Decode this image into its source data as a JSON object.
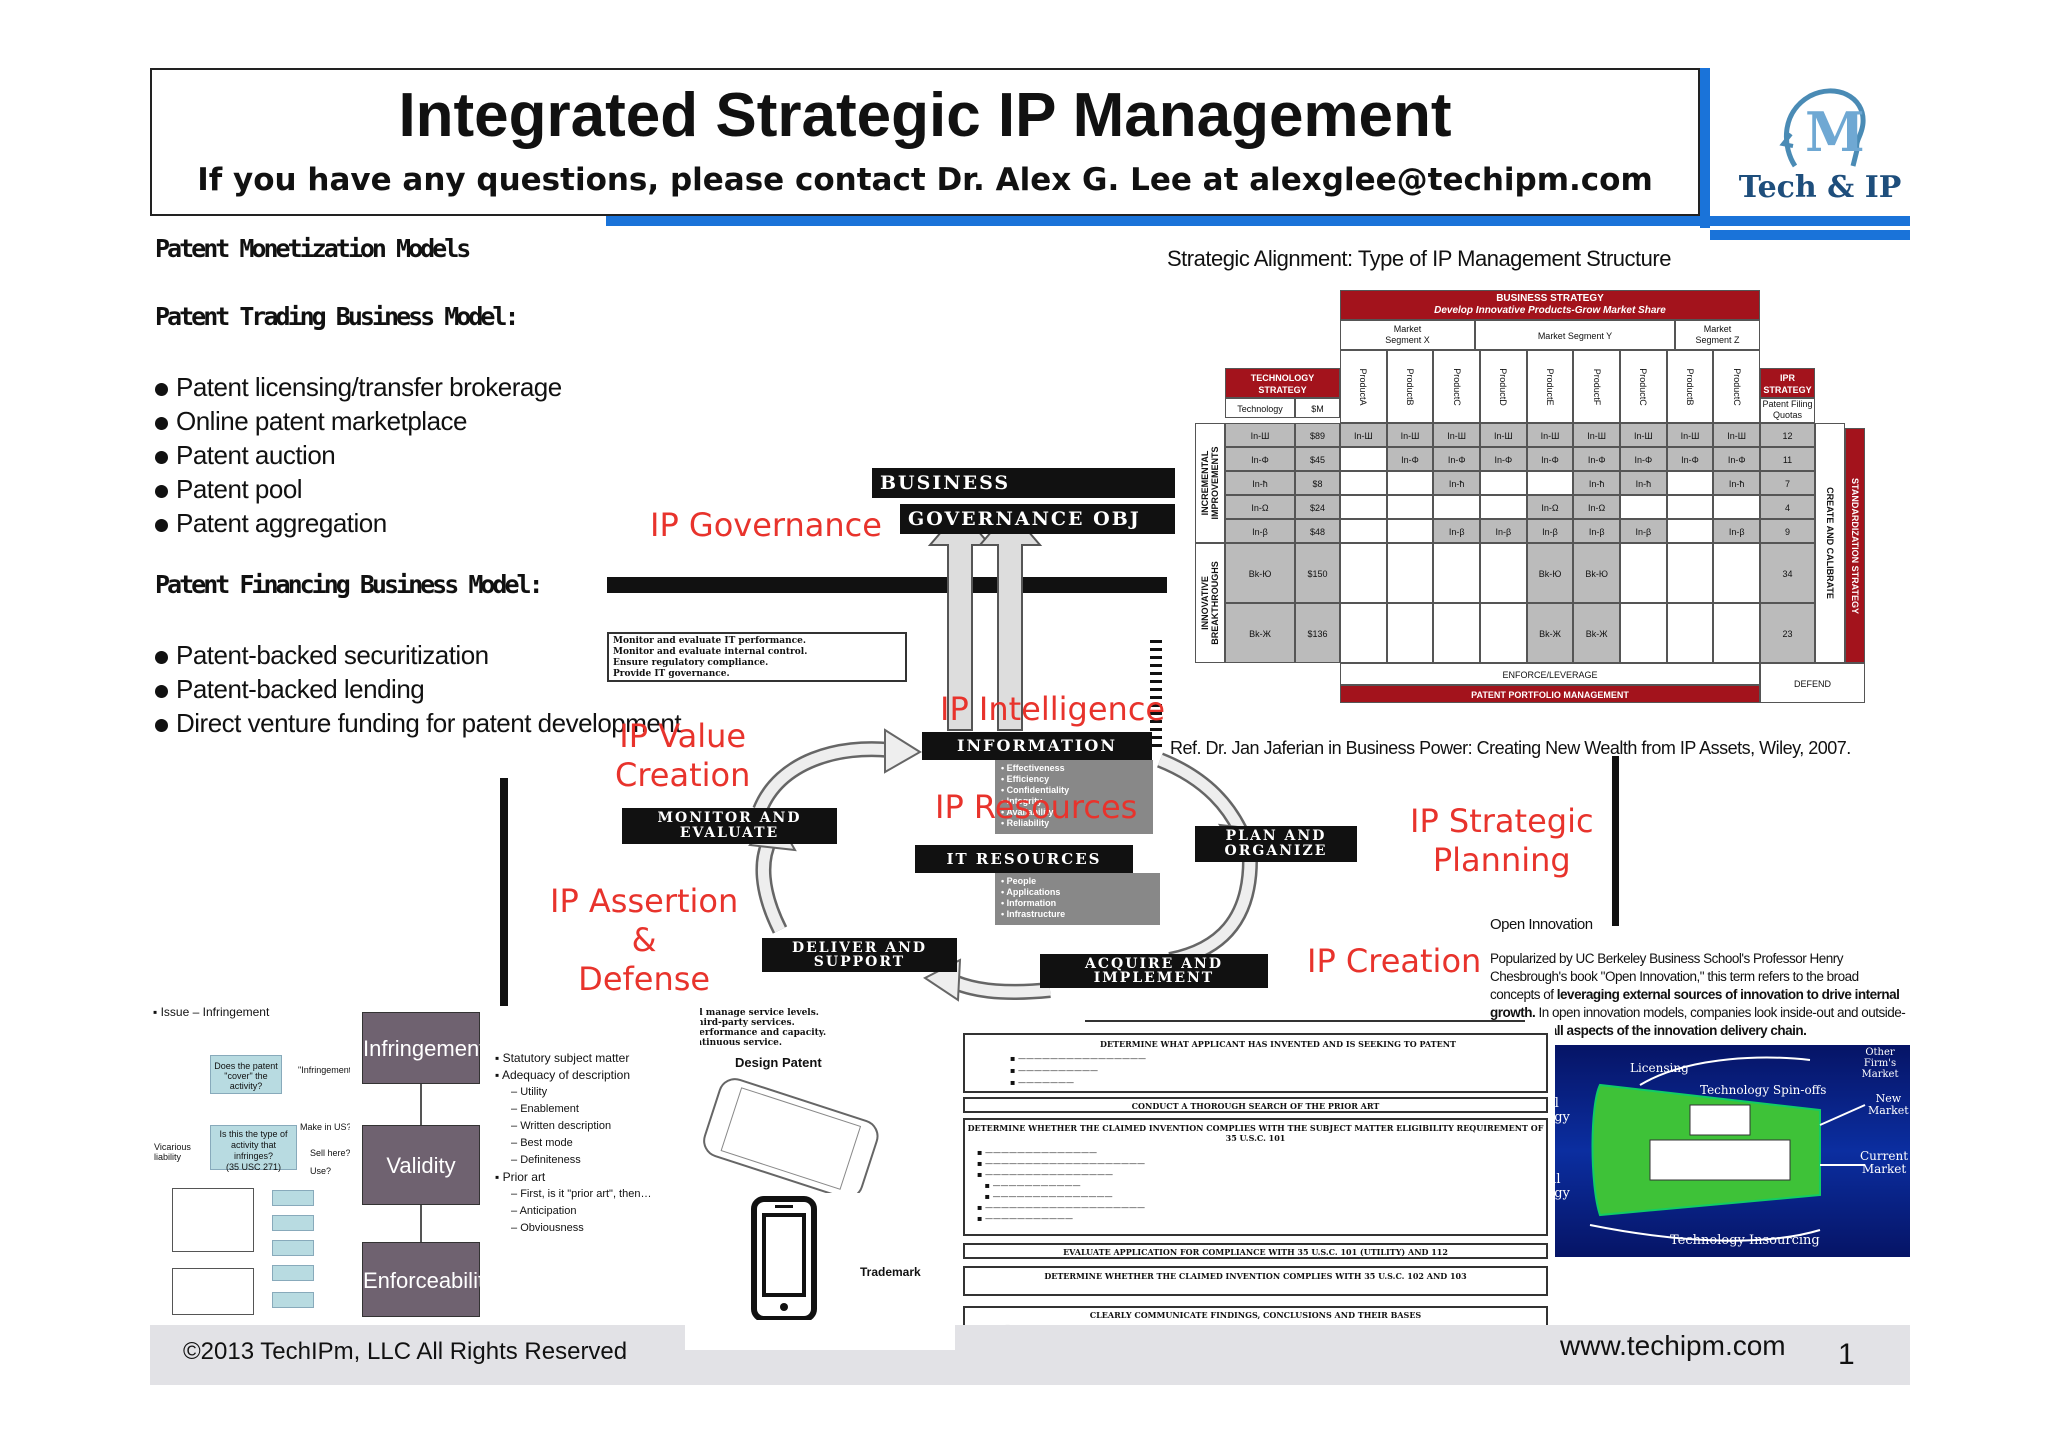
{
  "header": {
    "title": "Integrated Strategic IP Management",
    "contact": "If you have any questions, please contact Dr. Alex G. Lee at alexglee@techipm.com",
    "logo_text": "Tech & IP",
    "logo_letter": "M"
  },
  "left": {
    "monetization_heading": "Patent Monetization Models",
    "trading_heading": "Patent Trading Business Model:",
    "trading_items": [
      "Patent licensing/transfer brokerage",
      "Online patent marketplace",
      "Patent auction",
      "Patent pool",
      "Patent aggregation"
    ],
    "financing_heading": "Patent Financing Business Model:",
    "financing_items": [
      "Patent-backed securitization",
      "Patent-backed lending",
      "Direct venture funding for patent development"
    ]
  },
  "cycle": {
    "labels": {
      "governance": "IP Governance",
      "value_creation": "IP Value\nCreation",
      "intelligence": "IP Intelligence",
      "resources": "IP Resources",
      "strategic_planning": "IP Strategic\nPlanning",
      "assertion": "IP Assertion\n&\nDefense",
      "creation": "IP Creation"
    },
    "bars": {
      "business_objectives": "BUSINESS OBJECTIVES",
      "governance_obj": "GOVERNANCE OBJ",
      "information": "INFORMATION",
      "monitor": "MONITOR AND\nEVALUATE",
      "plan": "PLAN AND\nORGANIZE",
      "it_resources": "IT RESOURCES",
      "deliver": "DELIVER AND\nSUPPORT",
      "acquire": "ACQUIRE AND\nIMPLEMENT"
    },
    "monitor_text": "Monitor and evaluate IT performance.\nMonitor and evaluate internal control.\nEnsure regulatory compliance.\nProvide IT governance.",
    "info_items": "• Effectiveness\n• Efficiency\n• Confidentiality\n• Integrity\n• Availability\n• Reliability",
    "resource_items": "• People\n• Applications\n• Information\n• Infrastructure",
    "service_text": "and manage service levels.\ne third-party services.\ne performance and capacity.\ncontinuous service."
  },
  "alignment": {
    "title": "Strategic Alignment: Type of IP Management Structure",
    "business_strategy": "BUSINESS STRATEGY",
    "business_sub": "Develop Innovative Products-Grow Market Share",
    "segment_x": "Market\nSegment X",
    "segment_y": "Market Segment Y",
    "segment_z": "Market\nSegment Z",
    "tech_strategy": "TECHNOLOGY\nSTRATEGY",
    "tech_col": "Technology",
    "sm_col": "$M",
    "ipr_strategy": "IPR\nSTRATEGY",
    "quota_col": "Patent Filing\nQuotas",
    "products": [
      "ProductA",
      "ProductB",
      "ProductC",
      "ProductD",
      "ProductE",
      "ProductF",
      "ProductC",
      "ProductB",
      "ProductC"
    ],
    "rows": [
      {
        "tech": "In-Ш",
        "sm": "$89",
        "quota": "12"
      },
      {
        "tech": "In-Φ",
        "sm": "$45",
        "quota": "11"
      },
      {
        "tech": "In-ħ",
        "sm": "$8",
        "quota": "7"
      },
      {
        "tech": "In-Ω",
        "sm": "$24",
        "quota": "4"
      },
      {
        "tech": "In-β",
        "sm": "$48",
        "quota": "9"
      },
      {
        "tech": "Bk-Ю",
        "sm": "$150",
        "quota": "34"
      },
      {
        "tech": "Bk-Ж",
        "sm": "$136",
        "quota": "23"
      }
    ],
    "incremental": "INCREMENTAL\nIMPROVEMENTS",
    "innovative": "INNOVATIVE\nBREAKTHROUGHS",
    "create_calibrate": "CREATE AND CALIBRATE",
    "standardization": "STANDARDIZATION STRATEGY",
    "enforce": "ENFORCE/LEVERAGE",
    "defend": "DEFEND",
    "portfolio": "PATENT PORTFOLIO MANAGEMENT",
    "reference": "Ref. Dr. Jan Jaferian in Business Power: Creating New Wealth from IP Assets, Wiley, 2007."
  },
  "open_innovation": {
    "heading": "Open Innovation",
    "text_1": "Popularized by UC Berkeley Business School's Professor Henry Chesbrough's book \"Open Innovation,\" this term refers to the broad concepts of ",
    "bold_1": "leveraging external sources of innovation to drive internal growth.",
    "text_2": " In open innovation models, companies look inside-out and outside-in, ",
    "bold_2": "across all aspects of the innovation delivery chain.",
    "internal": "Internal\nTechnology\nBase",
    "external": "External\nTechnology\nBase",
    "licensing": "Licensing",
    "spinoffs": "Technology Spin-offs",
    "insourcing": "Technology Insourcing",
    "other_market": "Other Firm's\nMarket",
    "new_market": "New\nMarket",
    "current_market": "Current\nMarket"
  },
  "infringement": {
    "issue": "▪ Issue – Infringement",
    "cover_q": "Does the patent\n\"cover\" the activity?",
    "infringement_label": "\"Infringement\"",
    "type_q": "Is this the type of\nactivity that infringes?\n(35 USC 271)",
    "make": "Make in US?",
    "sell": "Sell here?",
    "use": "Use?",
    "vicarious": "Vicarious\nliability",
    "stages": [
      "Infringement",
      "Validity",
      "Enforceability"
    ],
    "criteria": [
      {
        "text": "Statutory subject matter",
        "level": 0
      },
      {
        "text": "Adequacy of description",
        "level": 0
      },
      {
        "text": "Utility",
        "level": 1
      },
      {
        "text": "Enablement",
        "level": 1
      },
      {
        "text": "Written description",
        "level": 1
      },
      {
        "text": "Best mode",
        "level": 1
      },
      {
        "text": "Definiteness",
        "level": 1
      },
      {
        "text": "Prior art",
        "level": 0
      },
      {
        "text": "First, is it \"prior art\", then…",
        "level": 1
      },
      {
        "text": "Anticipation",
        "level": 1
      },
      {
        "text": "Obviousness",
        "level": 1
      }
    ]
  },
  "design": {
    "design_patent": "Design Patent",
    "trademark": "Trademark"
  },
  "flow": {
    "steps": [
      "DETERMINE WHAT APPLICANT HAS INVENTED AND IS SEEKING TO PATENT",
      "CONDUCT A THOROUGH SEARCH OF THE PRIOR ART",
      "DETERMINE WHETHER THE CLAIMED INVENTION COMPLIES WITH THE SUBJECT MATTER ELIGIBILITY REQUIREMENT OF 35 U.S.C. 101",
      "EVALUATE APPLICATION FOR COMPLIANCE WITH 35 U.S.C. 101 (UTILITY) AND 112",
      "DETERMINE WHETHER THE CLAIMED INVENTION COMPLIES WITH 35 U.S.C. 102 AND 103",
      "CLEARLY COMMUNICATE FINDINGS, CONCLUSIONS AND THEIR BASES"
    ]
  },
  "footer": {
    "copyright": "©2013 TechIPm, LLC All Rights Reserved",
    "website": "www.techipm.com",
    "page": "1"
  }
}
